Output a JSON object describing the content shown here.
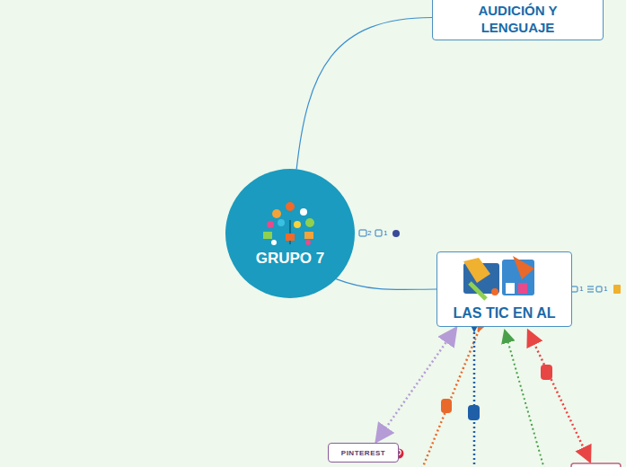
{
  "diagram": {
    "nodes": [
      {
        "text": [
          "GRUPO 7"
        ]
      },
      {
        "text": [
          "AUDICIÓN Y LENGUAJE"
        ]
      },
      {
        "text": [
          "LAS TIC EN AL"
        ]
      },
      {
        "text": [
          "PINTEREST"
        ]
      }
    ],
    "edges": [
      {
        "from": 0,
        "to": 1,
        "arrow": "none"
      },
      {
        "from": 0,
        "to": 2,
        "arrow": "none"
      },
      {
        "from": 2,
        "to": 3,
        "arrow": "both"
      }
    ],
    "labels": [
      "2",
      "1",
      "1",
      "1"
    ]
  }
}
